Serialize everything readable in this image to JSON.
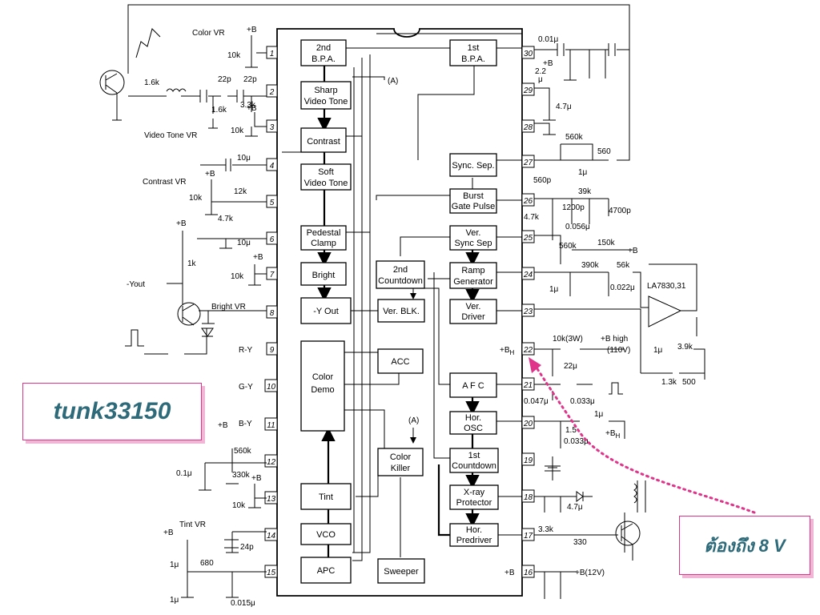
{
  "diagram": {
    "blocks": {
      "bpa2": [
        "2nd",
        "B.P.A."
      ],
      "sharp": [
        "Sharp",
        "Video Tone"
      ],
      "contrast": [
        "Contrast"
      ],
      "soft": [
        "Soft",
        "Video Tone"
      ],
      "pedestal": [
        "Pedestal",
        "Clamp"
      ],
      "bright": [
        "Bright"
      ],
      "yout": [
        "-Y Out"
      ],
      "colordemo": [
        "Color",
        "Demo"
      ],
      "tint": [
        "Tint"
      ],
      "vco": [
        "VCO"
      ],
      "apc": [
        "APC"
      ],
      "countdown2": [
        "2nd",
        "Countdown"
      ],
      "verblk": [
        "Ver. BLK."
      ],
      "acc": [
        "ACC"
      ],
      "killer": [
        "Color",
        "Killer"
      ],
      "sweeper": [
        "Sweeper"
      ],
      "bpa1": [
        "1st",
        "B.P.A."
      ],
      "syncsep": [
        "Sync. Sep."
      ],
      "burst": [
        "Burst",
        "Gate Pulse"
      ],
      "versync": [
        "Ver.",
        "Sync Sep"
      ],
      "ramp": [
        "Ramp",
        "Generator"
      ],
      "verdriver": [
        "Ver.",
        "Driver"
      ],
      "afc": [
        "A F C"
      ],
      "horosc": [
        "Hor.",
        "OSC"
      ],
      "countdown1": [
        "1st",
        "Countdown"
      ],
      "xray": [
        "X-ray",
        "Protector"
      ],
      "predriver": [
        "Hor.",
        "Predriver"
      ]
    },
    "pins": [
      "1",
      "2",
      "3",
      "4",
      "5",
      "6",
      "7",
      "8",
      "9",
      "10",
      "11",
      "12",
      "13",
      "14",
      "15",
      "16",
      "17",
      "18",
      "19",
      "20",
      "21",
      "22",
      "23",
      "24",
      "25",
      "26",
      "27",
      "28",
      "29",
      "30"
    ],
    "labels": {
      "color_vr": "Color VR",
      "video_tone_vr": "Video Tone  VR",
      "contrast_vr": "Contrast VR",
      "bright_vr": "Bright VR",
      "tint_vr": "Tint VR",
      "neg_yout": "-Yout",
      "ry": "R-Y",
      "gy": "G-Y",
      "by": "B-Y",
      "ref_a1": "(A)",
      "ref_a2": "(A)",
      "la7830": "LA7830,31",
      "bh_high": "+B high",
      "bh_volt": "(110V)",
      "bh_pin": "+B",
      "bh_sub": "H",
      "b12": "+B(12V)",
      "b16": "+B",
      "bh20": "+B",
      "bh20_sub": "H",
      "vb1": "+B",
      "vb2": "+B",
      "vb3": "+B",
      "vb4": "+B",
      "vb5": "+B",
      "vb6": "+B",
      "vb7": "+B",
      "vb8": "+B",
      "vb9": "+B",
      "vb10": "+B"
    },
    "components": {
      "c1": "10k",
      "c2": "1.6k",
      "c3": "22p",
      "c4": "22p",
      "c5": "1.6k",
      "c6": "3.3k",
      "c7": "10k",
      "c8": "10μ",
      "c9": "10k",
      "c10": "12k",
      "c11": "4.7k",
      "c12": "1k",
      "c13": "10μ",
      "c14": "10k",
      "c15": "560k",
      "c16": "0.1μ",
      "c17": "330k",
      "c18": "10k",
      "c19": "24p",
      "c20": "680",
      "c21": "1μ",
      "c22": "1μ",
      "c23": "0.015μ",
      "c24": "0.01μ",
      "c25": "2.2",
      "c26": "μ",
      "c27": "4.7μ",
      "c28": "560k",
      "c29": "560",
      "c30": "1μ",
      "c31": "560p",
      "c32": "39k",
      "c33": "1200p",
      "c34": "4.7k",
      "c35": "0.056μ",
      "c36": "4700p",
      "c37": "560k",
      "c38": "150k",
      "c39": "390k",
      "c40": "56k",
      "c41": "1μ",
      "c42": "0.022μ",
      "c43": "10k(3W)",
      "c44": "22μ",
      "c45": "1μ",
      "c46": "3.9k",
      "c47": "1.3k",
      "c48": "500",
      "c49": "0.047μ",
      "c50": "0.033μ",
      "c51": "1μ",
      "c52": "1.5",
      "c53": "0.033μ",
      "c54": "4.7μ",
      "c55": "3.3k",
      "c56": "330"
    }
  },
  "annotations": {
    "author": "tunk33150",
    "note": "ต้องถึง 8 V"
  },
  "colors": {
    "ink": "#000000",
    "tag_border": "#e0338a",
    "tag_text": "#2e6b7a",
    "arrow": "#e0338a"
  }
}
